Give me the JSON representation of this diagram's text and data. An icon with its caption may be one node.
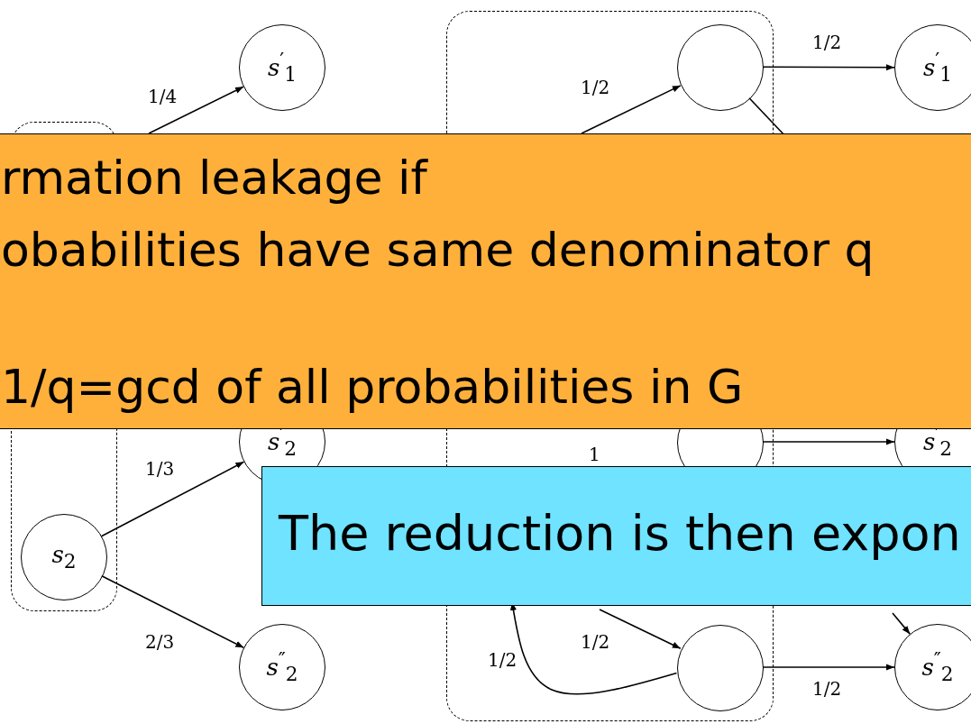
{
  "diagram": {
    "nodes": [
      {
        "text": [],
        "shape": "box"
      },
      {
        "text": [
          "*s*$_{2}$"
        ],
        "in": 0
      },
      {
        "text": [
          "*s*$^{′}$$_{1}$"
        ]
      },
      {
        "text": [
          "*s*$^{′}$$_{2}$"
        ]
      },
      {
        "text": [
          "*s*$^{″}$$_{2}$"
        ]
      },
      {
        "text": [],
        "shape": "box"
      },
      {
        "text": [],
        "shape": "circle",
        "in": 5
      },
      {
        "text": [],
        "shape": "circle",
        "in": 5
      },
      {
        "text": [],
        "shape": "circle",
        "in": 5
      },
      {
        "text": [
          "*s*$^{′}$$_{1}$"
        ]
      },
      {
        "text": [
          "*s*$^{′}$$_{2}$"
        ]
      },
      {
        "text": [
          "*s*$^{″}$$_{2}$"
        ]
      },
      {
        "text": [
          "rmation leakage if",
          "obabilities have same denominator q",
          "1/q=gcd of all probabilities in G"
        ]
      },
      {
        "text": [
          "The reduction is then expon"
        ]
      }
    ],
    "edges": [
      {
        "from": 12,
        "to": 2,
        "arrow": "to",
        "label": "1/4"
      },
      {
        "from": 1,
        "to": 3,
        "arrow": "to",
        "label": "1/3"
      },
      {
        "from": 1,
        "to": 4,
        "arrow": "to",
        "label": "2/3"
      },
      {
        "from": 12,
        "to": 6,
        "arrow": "to",
        "label": "1/2"
      },
      {
        "from": 6,
        "to": 9,
        "arrow": "to",
        "label": "1/2"
      },
      {
        "from": 6,
        "to": 12,
        "arrow": "none"
      },
      {
        "from": 7,
        "to": 10,
        "arrow": "to"
      },
      {
        "from": 13,
        "to": 8,
        "arrow": "to",
        "label": "1/2"
      },
      {
        "from": 8,
        "to": 13,
        "arrow": "to",
        "label": "1/2"
      },
      {
        "from": 8,
        "to": 11,
        "arrow": "to",
        "label": "1/2"
      },
      {
        "from": 13,
        "to": 11,
        "arrow": "to"
      }
    ],
    "labels": [
      "1"
    ]
  }
}
